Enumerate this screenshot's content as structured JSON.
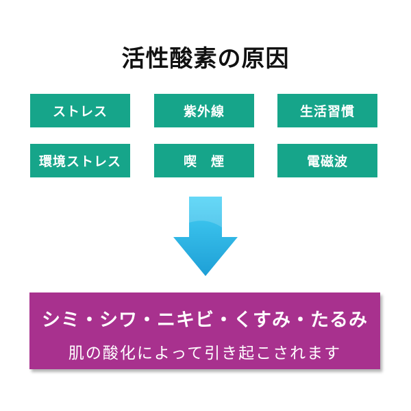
{
  "title": "活性酸素の原因",
  "causes": [
    {
      "label": "ストレス"
    },
    {
      "label": "紫外線"
    },
    {
      "label": "生活習慣"
    },
    {
      "label": "環境ストレス"
    },
    {
      "label": "喫　煙"
    },
    {
      "label": "電磁波"
    }
  ],
  "arrow": {
    "icon": "down-arrow-icon",
    "color": "#29b6e8"
  },
  "result": {
    "main": "シミ・シワ・ニキビ・くすみ・たるみ",
    "sub": "肌の酸化によって引き起こされます"
  },
  "colors": {
    "cause_box": "#16a58a",
    "result_box": "#a8318e"
  }
}
